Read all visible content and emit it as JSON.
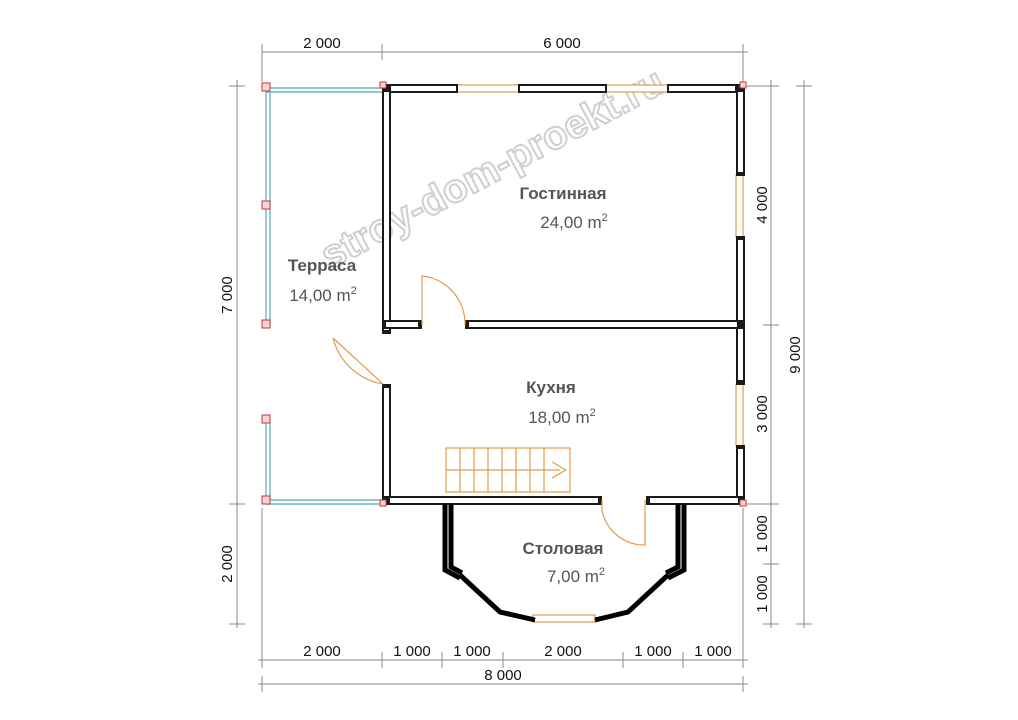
{
  "watermark": "stroy-dom-proekt.ru",
  "rooms": {
    "living": {
      "name": "Гостинная",
      "area": "24,00 m",
      "unit_sup": "2"
    },
    "terrace": {
      "name": "Терраса",
      "area": "14,00 m",
      "unit_sup": "2"
    },
    "kitchen": {
      "name": "Кухня",
      "area": "18,00 m",
      "unit_sup": "2"
    },
    "dining": {
      "name": "Столовая",
      "area": "7,00 m",
      "unit_sup": "2"
    }
  },
  "dimensions": {
    "top_left": "2 000",
    "top_right": "6 000",
    "left_upper": "7 000",
    "left_lower": "2 000",
    "right_living": "4 000",
    "right_kitchen": "3 000",
    "right_bay_1": "1 000",
    "right_bay_2": "1 000",
    "right_total": "9 000",
    "bottom_segments": [
      "2 000",
      "1 000",
      "1 000",
      "2 000",
      "1 000",
      "1 000"
    ],
    "bottom_total": "8 000"
  },
  "colors": {
    "wall": "#1a1a1a",
    "opening": "#e29a4c",
    "terrace_rail": "#6fb6c0",
    "post": "#cc3333",
    "label": "#555555"
  }
}
